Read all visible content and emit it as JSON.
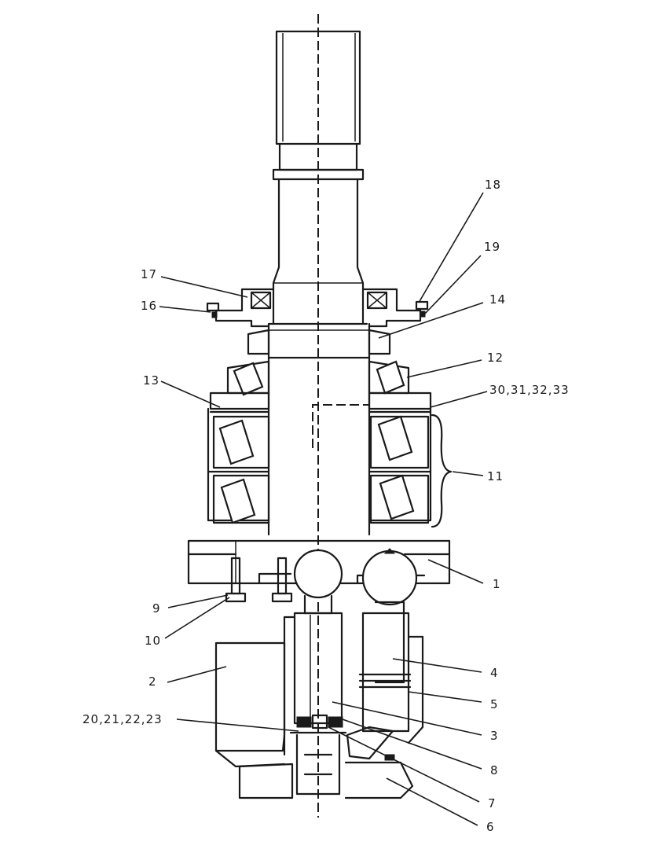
{
  "callouts": [
    {
      "id": "c18",
      "text": "18"
    },
    {
      "id": "c19",
      "text": "19"
    },
    {
      "id": "c17",
      "text": "17"
    },
    {
      "id": "c16",
      "text": "16"
    },
    {
      "id": "c14",
      "text": "14"
    },
    {
      "id": "c12",
      "text": "12"
    },
    {
      "id": "c13",
      "text": "13"
    },
    {
      "id": "c30",
      "text": "30,31,32,33"
    },
    {
      "id": "c11",
      "text": "11"
    },
    {
      "id": "c1",
      "text": "1"
    },
    {
      "id": "c9",
      "text": "9"
    },
    {
      "id": "c10",
      "text": "10"
    },
    {
      "id": "c4",
      "text": "4"
    },
    {
      "id": "c2",
      "text": "2"
    },
    {
      "id": "c5",
      "text": "5"
    },
    {
      "id": "c20",
      "text": "20,21,22,23"
    },
    {
      "id": "c3",
      "text": "3"
    },
    {
      "id": "c8",
      "text": "8"
    },
    {
      "id": "c7",
      "text": "7"
    },
    {
      "id": "c6",
      "text": "6"
    }
  ]
}
